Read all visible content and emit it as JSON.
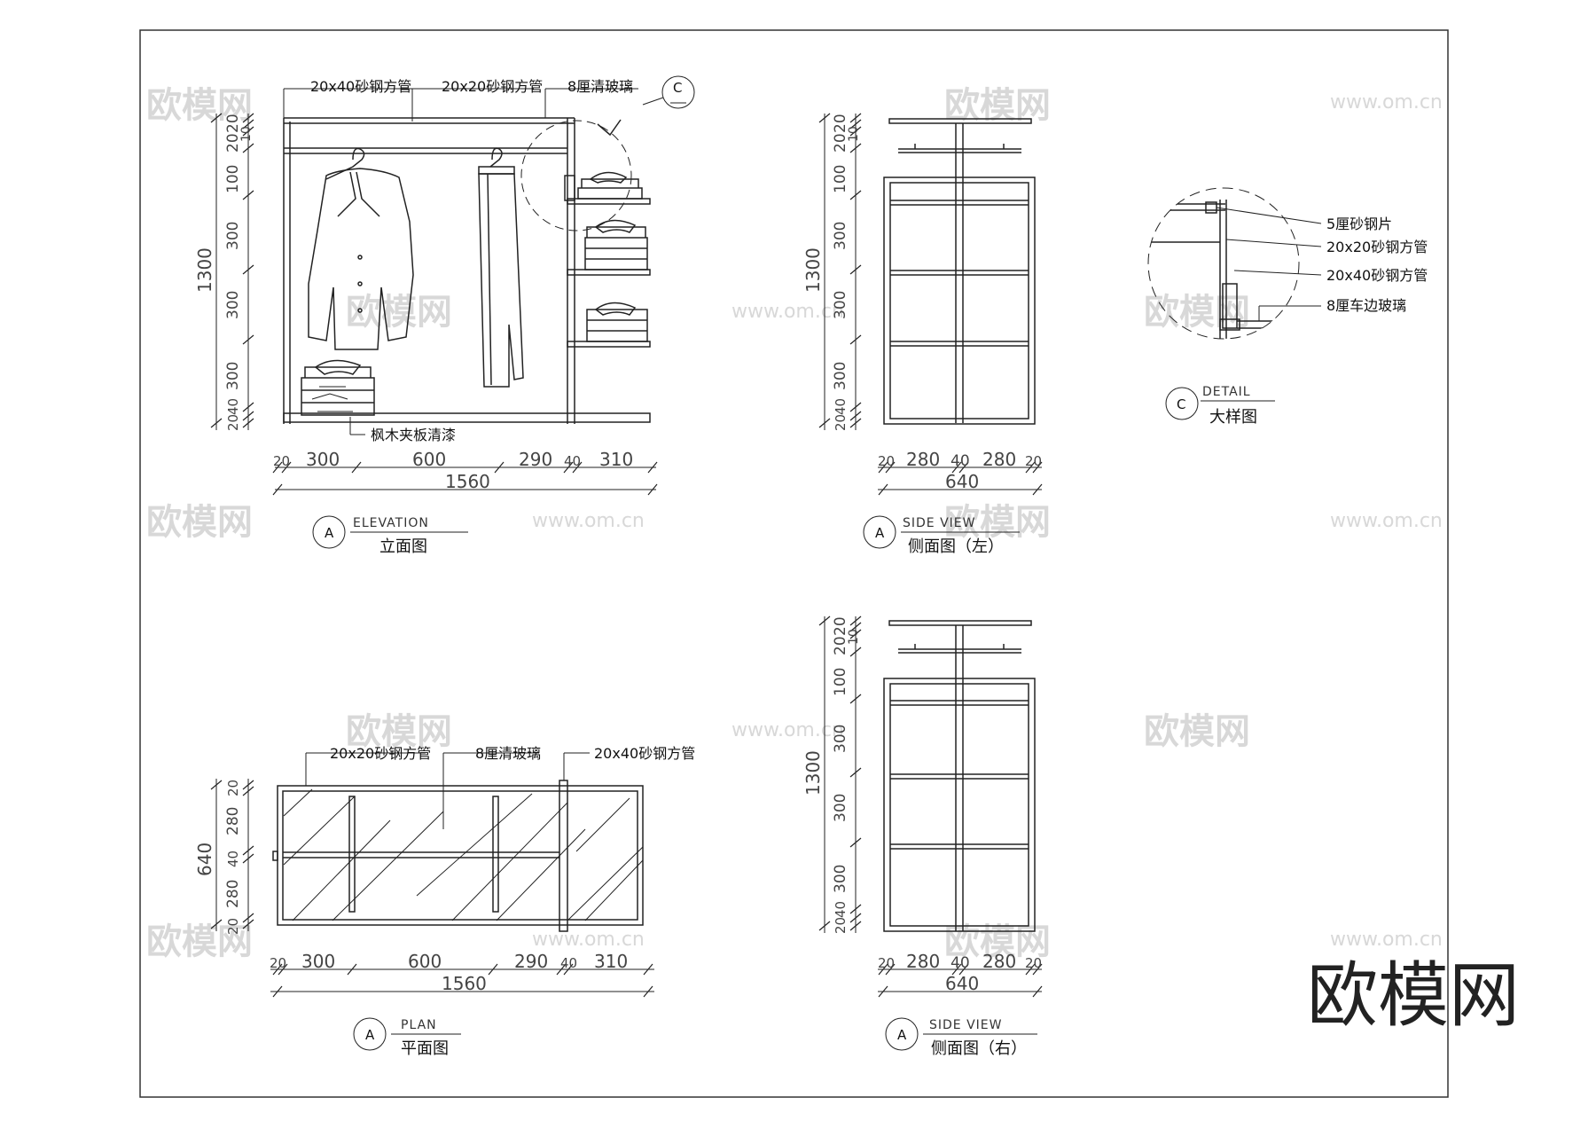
{
  "watermark": {
    "brand_text": "欧模网",
    "repeat_cn": "欧模网",
    "repeat_url": "www.om.cn"
  },
  "elevation": {
    "callouts": {
      "steel_tube_large": "20x40砂钢方管",
      "steel_tube_small": "20x20砂钢方管",
      "clear_glass": "8厘清玻璃",
      "base_board": "枫木夹板清漆"
    },
    "detail_ref": "C",
    "height_total": "1300",
    "height_segments": [
      "20",
      "20",
      "10",
      "100",
      "300",
      "300",
      "300",
      "40",
      "20"
    ],
    "width_segments": [
      "20",
      "300",
      "600",
      "290",
      "40",
      "310"
    ],
    "width_total": "1560",
    "title_marker": "A",
    "title_en": "ELEVATION",
    "title_cn": "立面图"
  },
  "side_left": {
    "height_total": "1300",
    "height_segments": [
      "20",
      "20",
      "10",
      "100",
      "300",
      "300",
      "300",
      "40",
      "20"
    ],
    "width_segments": [
      "20",
      "280",
      "40",
      "280",
      "20"
    ],
    "width_total": "640",
    "title_marker": "A",
    "title_en": "SIDE  VIEW",
    "title_cn": "侧面图（左）"
  },
  "detail": {
    "callouts": {
      "steel_plate": "5厘砂钢片",
      "steel_tube_small": "20x20砂钢方管",
      "steel_tube_large": "20x40砂钢方管",
      "edged_glass": "8厘车边玻璃"
    },
    "title_marker": "C",
    "title_en": "DETAIL",
    "title_cn": "大样图"
  },
  "plan": {
    "callouts": {
      "steel_tube_small": "20x20砂钢方管",
      "clear_glass": "8厘清玻璃",
      "steel_tube_large": "20x40砂钢方管"
    },
    "depth_total": "640",
    "depth_segments": [
      "20",
      "280",
      "40",
      "280",
      "20"
    ],
    "width_segments": [
      "20",
      "300",
      "600",
      "290",
      "40",
      "310"
    ],
    "width_total": "1560",
    "title_marker": "A",
    "title_en": "PLAN",
    "title_cn": "平面图"
  },
  "side_right": {
    "height_total": "1300",
    "height_segments": [
      "20",
      "20",
      "10",
      "100",
      "300",
      "300",
      "300",
      "40",
      "20"
    ],
    "width_segments": [
      "20",
      "280",
      "40",
      "280",
      "20"
    ],
    "width_total": "640",
    "title_marker": "A",
    "title_en": "SIDE  VIEW",
    "title_cn": "侧面图（右）"
  }
}
